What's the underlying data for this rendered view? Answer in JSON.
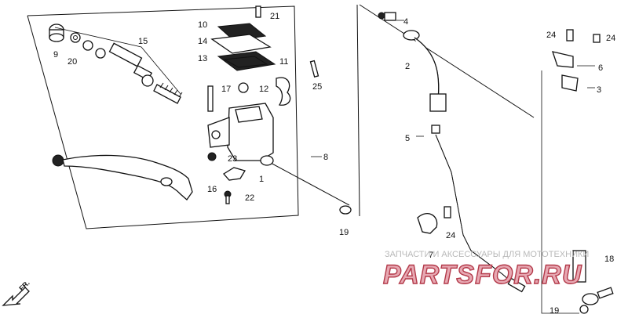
{
  "callouts": {
    "c1": "1",
    "c2": "2",
    "c3": "3",
    "c4": "4",
    "c5": "5",
    "c6": "6",
    "c7": "7",
    "c8": "8",
    "c9": "9",
    "c10": "10",
    "c11": "11",
    "c12": "12",
    "c13": "13",
    "c14": "14",
    "c15": "15",
    "c16": "16",
    "c17": "17",
    "c18": "18",
    "c19a": "19",
    "c19b": "19",
    "c20": "20",
    "c21": "21",
    "c22": "22",
    "c23": "23",
    "c24a": "24",
    "c24b": "24",
    "c24c": "24",
    "c25": "25"
  },
  "direction_label": "FR.",
  "watermark": {
    "tagline": "ЗАПЧАСТИ И АКСЕССУАРЫ ДЛЯ МОТОТЕХНИКИ",
    "brand": "PARTSFOR.RU"
  }
}
